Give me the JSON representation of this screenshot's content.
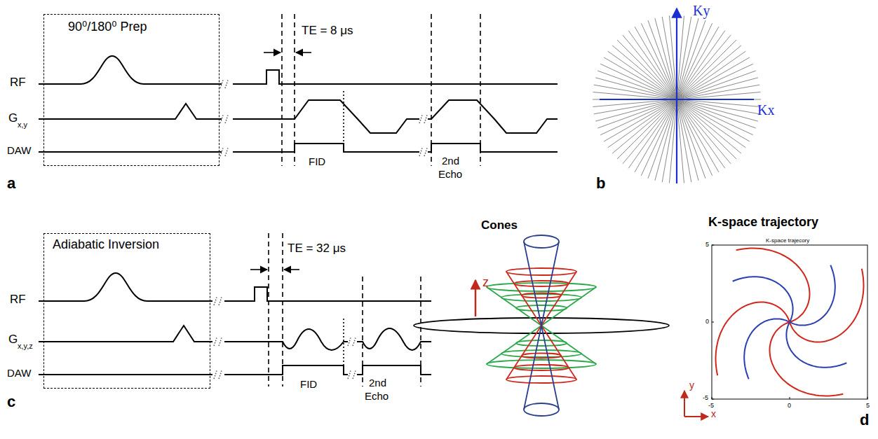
{
  "diagram": {
    "nodes": [
      {
        "text": [
          "90⁰/180⁰ Prep"
        ]
      },
      {
        "text": [
          "Adiabatic Inversion"
        ]
      }
    ],
    "labels": [
      "RF",
      "G",
      "x,y",
      "DAW",
      "TE = 8 μs",
      "FID",
      "2nd",
      "Echo",
      "a",
      "Ky",
      "Kx",
      "b",
      "RF",
      "G",
      "x,y,z",
      "DAW",
      "TE = 32 μs",
      "FID",
      "2nd",
      "Echo",
      "c",
      "Cones",
      "z",
      "K-space trajectory",
      "K-space trajecory",
      "5",
      "0",
      "-5",
      "-5",
      "0",
      "5",
      "y",
      "x",
      "d"
    ]
  }
}
